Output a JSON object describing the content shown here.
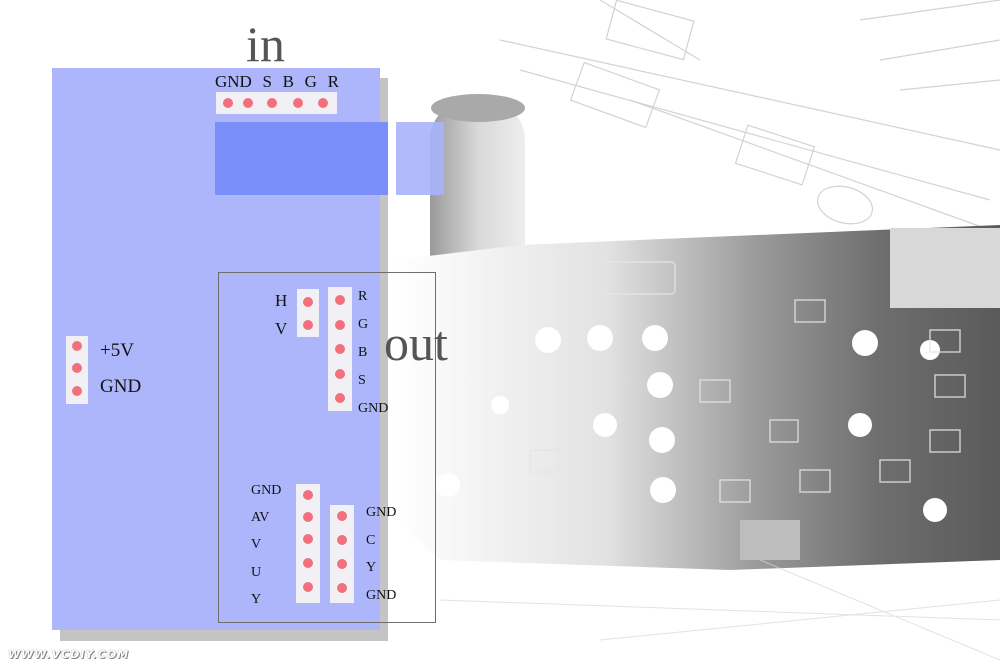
{
  "titles": {
    "in": "in",
    "out": "out"
  },
  "input_header": {
    "labels": [
      "GND",
      "S",
      "B",
      "G",
      "R"
    ]
  },
  "power": {
    "labels": [
      "+5V",
      "GND"
    ]
  },
  "sync_header": {
    "labels": [
      "H",
      "V"
    ]
  },
  "rgb_out_header": {
    "labels": [
      "R",
      "G",
      "B",
      "S",
      "GND"
    ]
  },
  "av_header": {
    "labels": [
      "GND",
      "AV",
      "V",
      "U",
      "Y"
    ]
  },
  "cy_header": {
    "labels": [
      "GND",
      "C",
      "Y",
      "GND"
    ]
  },
  "watermark": "WWW.VCDIY.COM",
  "colors": {
    "board": "#adb6fa",
    "connector": "#7a8ffa",
    "pin": "#f2707c",
    "pin_strip": "#f1f1f5"
  }
}
